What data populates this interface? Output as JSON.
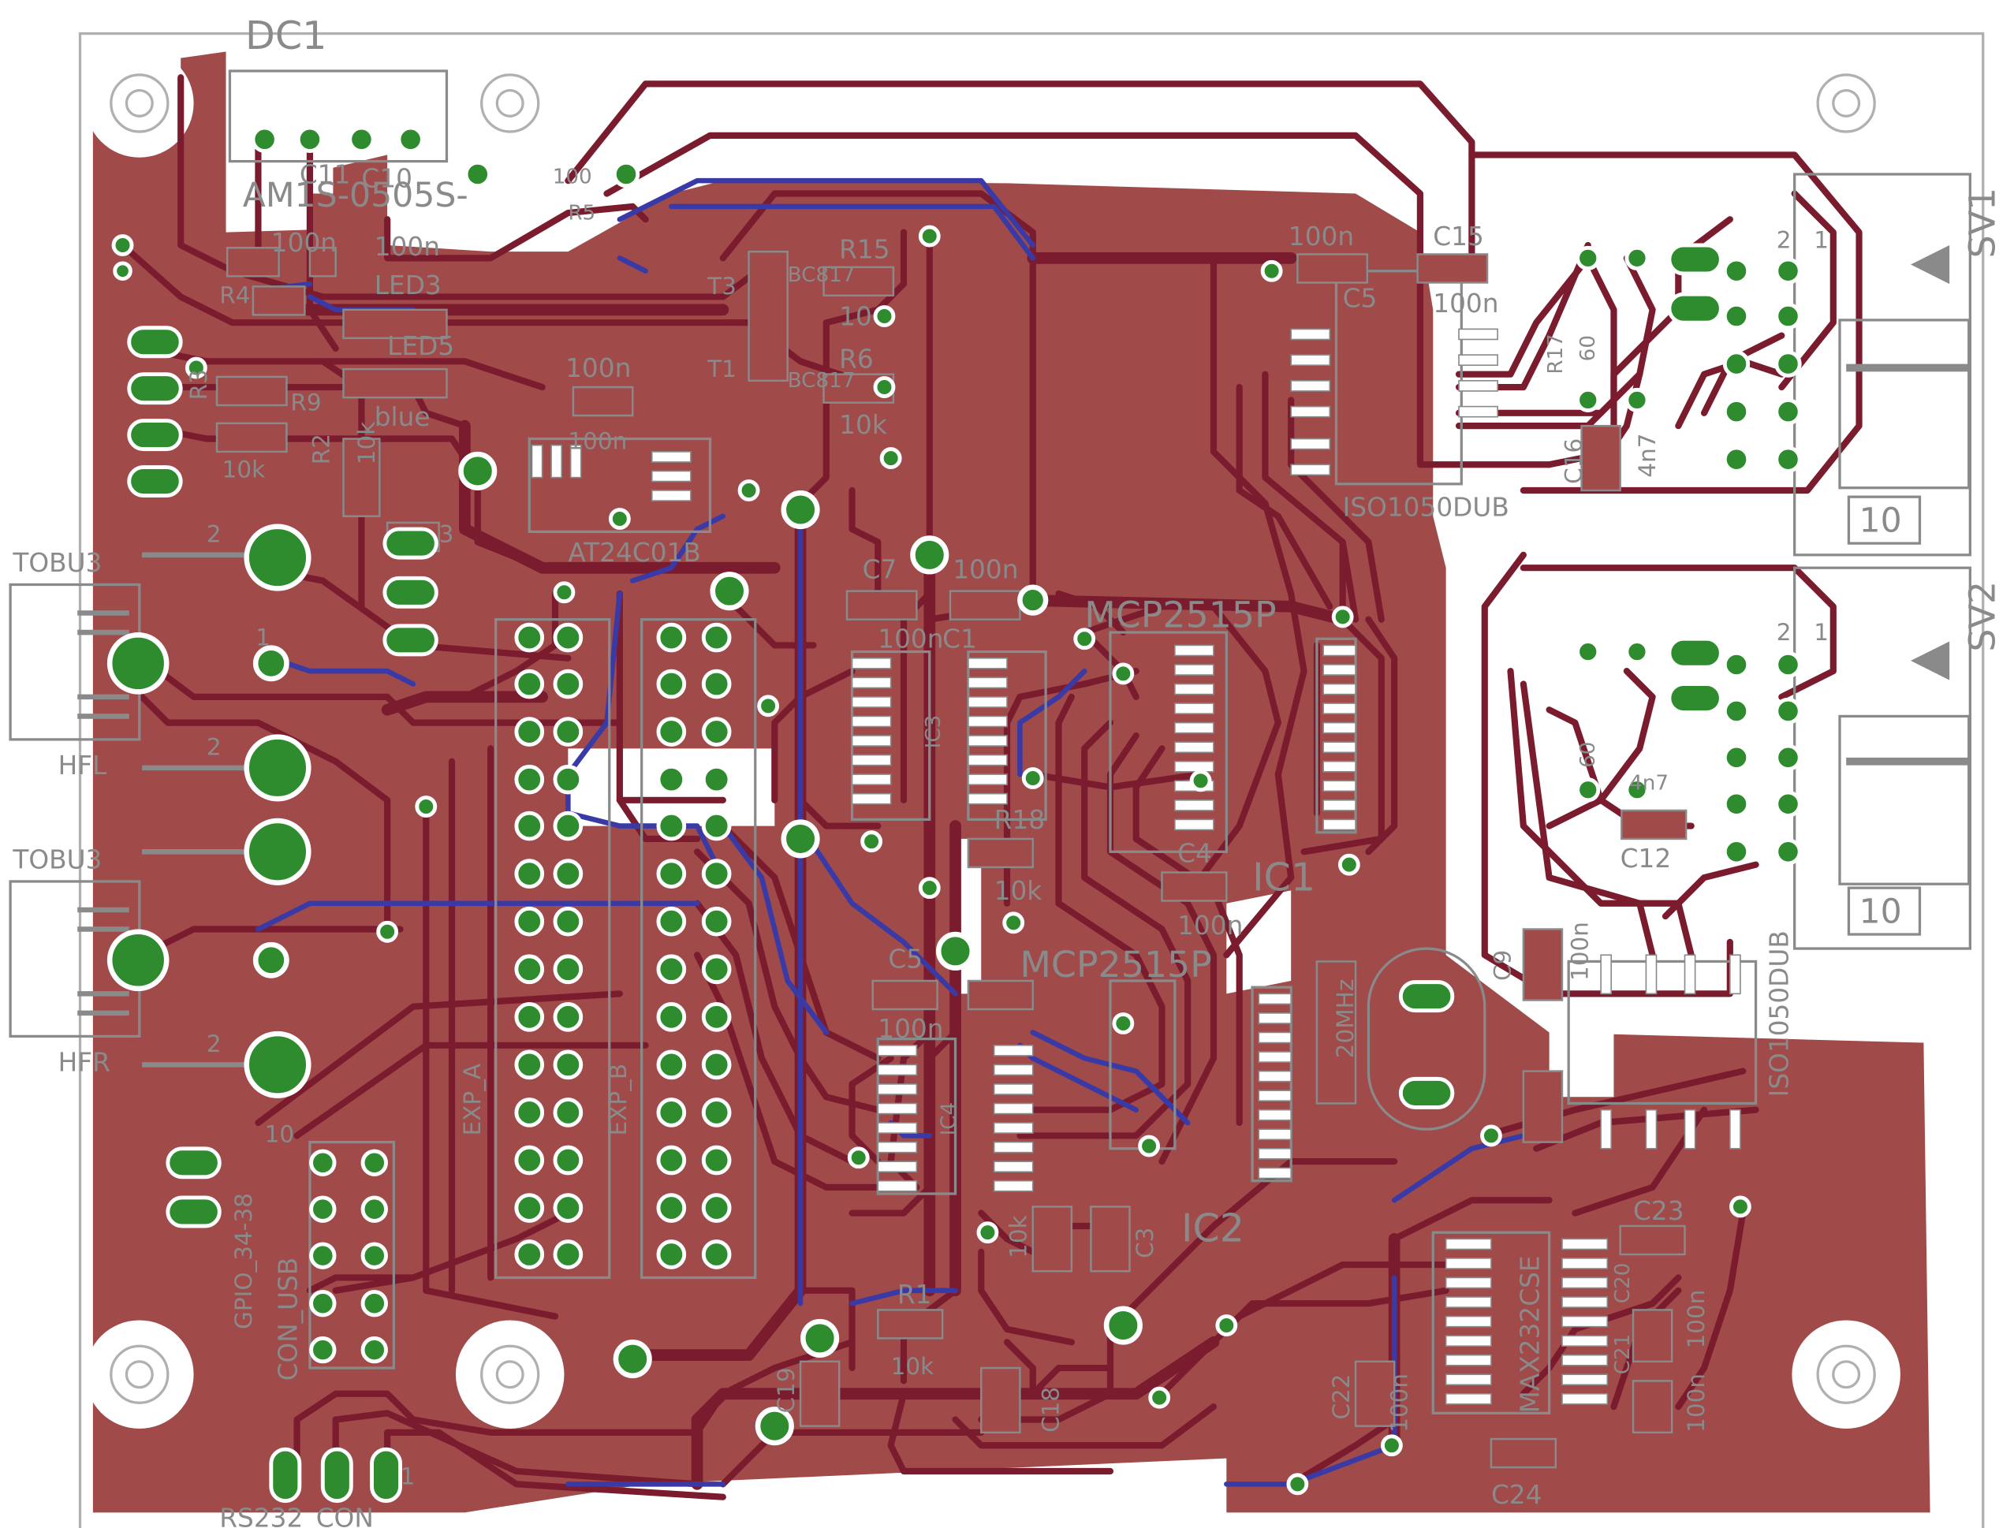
{
  "colors": {
    "background": "#ffffff",
    "copper_top": "#a04a4a",
    "trace_top": "#7b1b2e",
    "trace_bottom": "#3a3aa6",
    "pad": "#2e8b2e",
    "silk": "#8a8a8a",
    "outline": "#b0b0b0"
  },
  "labels": {
    "dc1": "DC1",
    "dc1_part": "AM1S-0505S-",
    "c11": "C11",
    "c10": "C10",
    "r4": "R4",
    "led3": "LED3",
    "led5": "LED5",
    "blue": "blue",
    "r5": "R5",
    "r5_val": "100",
    "r15": "R15",
    "r6": "R6",
    "r6_val": "10k",
    "r15_val": "10",
    "t3": "T3",
    "t1": "T1",
    "bc817_a": "BC817",
    "bc817_b": "BC817",
    "c100n_top": "100n",
    "c1": "C1",
    "c15": "C15",
    "c15_val": "100n",
    "c15_left": "100n",
    "c5_top": "C5",
    "iso1050_top": "ISO1050DUB",
    "sv1": "SV1",
    "sv2": "SV2",
    "ten_a": "10",
    "ten_b": "10",
    "r17": "R17",
    "r17_val": "60",
    "c16": "C16",
    "c16_val": "4n7",
    "c12": "C12",
    "r12_val": "60",
    "c4n7b": "4n7",
    "tobu3_a": "TOBU3",
    "tobu3_b": "TOBU3",
    "hfl": "HFL",
    "hfr": "HFR",
    "at24c01b": "AT24C01B",
    "c100n_ic": "100n",
    "c7": "C7",
    "c7_val": "100n",
    "c1_val": "100n",
    "mcp2515p_a": "MCP2515P",
    "mcp2515p_b": "MCP2515P",
    "r18": "R18",
    "r18_val": "10k",
    "c4": "C4",
    "c4_val": "100n",
    "ic1": "IC1",
    "ic2": "IC2",
    "ic3": "IC3",
    "c5": "C5",
    "c5_val": "100n",
    "c9": "C9",
    "c9_val": "100n",
    "crystal": "20MHz",
    "iso1050_bot": "ISO1050DUB",
    "c3": "C3",
    "r10k_a": "10k",
    "r10k_b": "10k",
    "c23": "C23",
    "c100n_b": "100n",
    "c100n_c": "100n",
    "max232": "MAX232CSE",
    "c22": "C22",
    "c24": "C24",
    "c20": "C20",
    "c21": "C21",
    "c18": "C18",
    "c19": "C19",
    "r1": "R1",
    "r1_val": "10k",
    "ic4": "IC4",
    "gpio": "GPIO_34-38",
    "con_usb": "CON_USB",
    "exp_a": "EXP_A",
    "exp_b": "EXP_B",
    "rs232_con": "RS232_CON",
    "pin_1a": "1",
    "pin_2a": "2",
    "pin_1b": "1",
    "pin_2b": "2",
    "pin_2c": "2",
    "pin_1c": "1",
    "pin_2d": "2",
    "pin_2e": "2",
    "pin_10": "10",
    "pin_1d": "1",
    "pin_3": "3",
    "r2": "R2",
    "r3": "R3",
    "r9": "R9",
    "r10k_c": "10k",
    "c100n_d": "100n",
    "c100n_e": "100n",
    "c100n_f": "100n"
  }
}
